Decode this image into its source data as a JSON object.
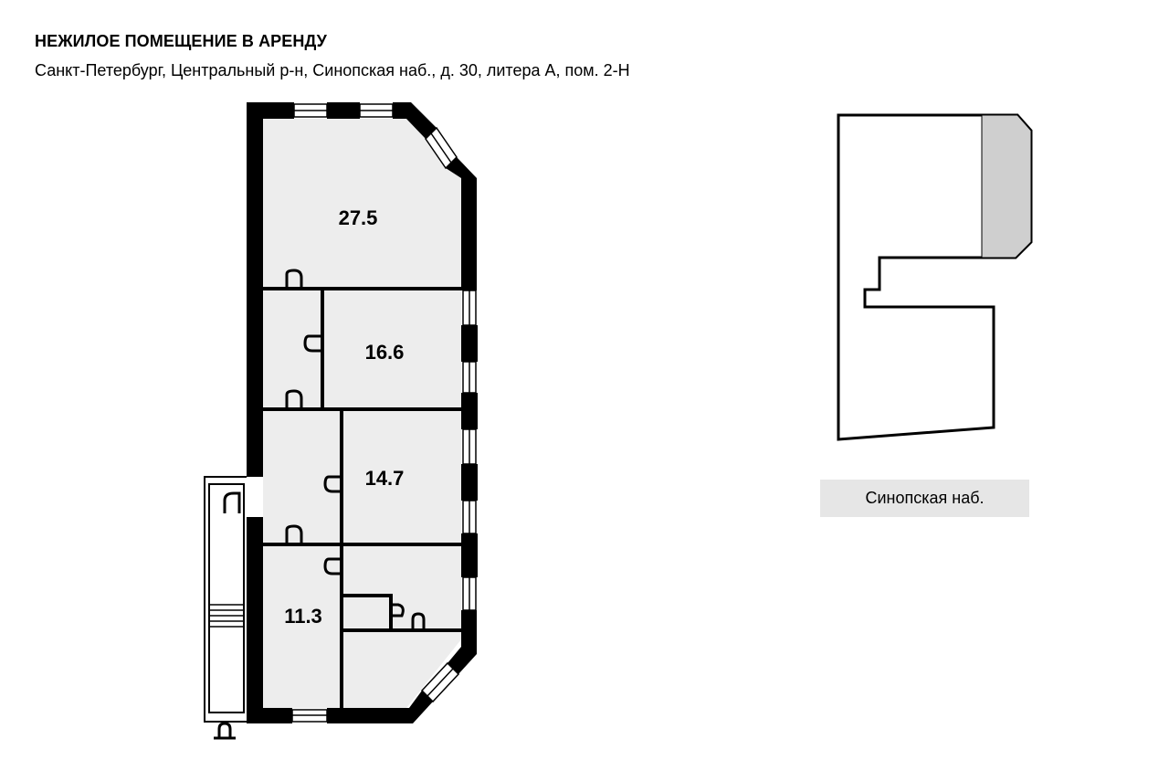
{
  "header": {
    "title": "НЕЖИЛОЕ ПОМЕЩЕНИЕ В АРЕНДУ",
    "address": "Санкт-Петербург, Центральный р-н, Синопская наб., д. 30, литера А, пом. 2-Н"
  },
  "floorplan": {
    "rooms": [
      {
        "id": "room-1",
        "area": "27.5"
      },
      {
        "id": "room-2",
        "area": "16.6"
      },
      {
        "id": "room-3",
        "area": "14.7"
      },
      {
        "id": "room-4",
        "area": "11.3"
      }
    ]
  },
  "site_plan": {
    "street_label": "Синопская наб."
  },
  "colors": {
    "wall": "#000000",
    "room_fill": "#ededed",
    "highlight_fill": "#cfcfcf",
    "street_bg": "#e6e6e6"
  }
}
